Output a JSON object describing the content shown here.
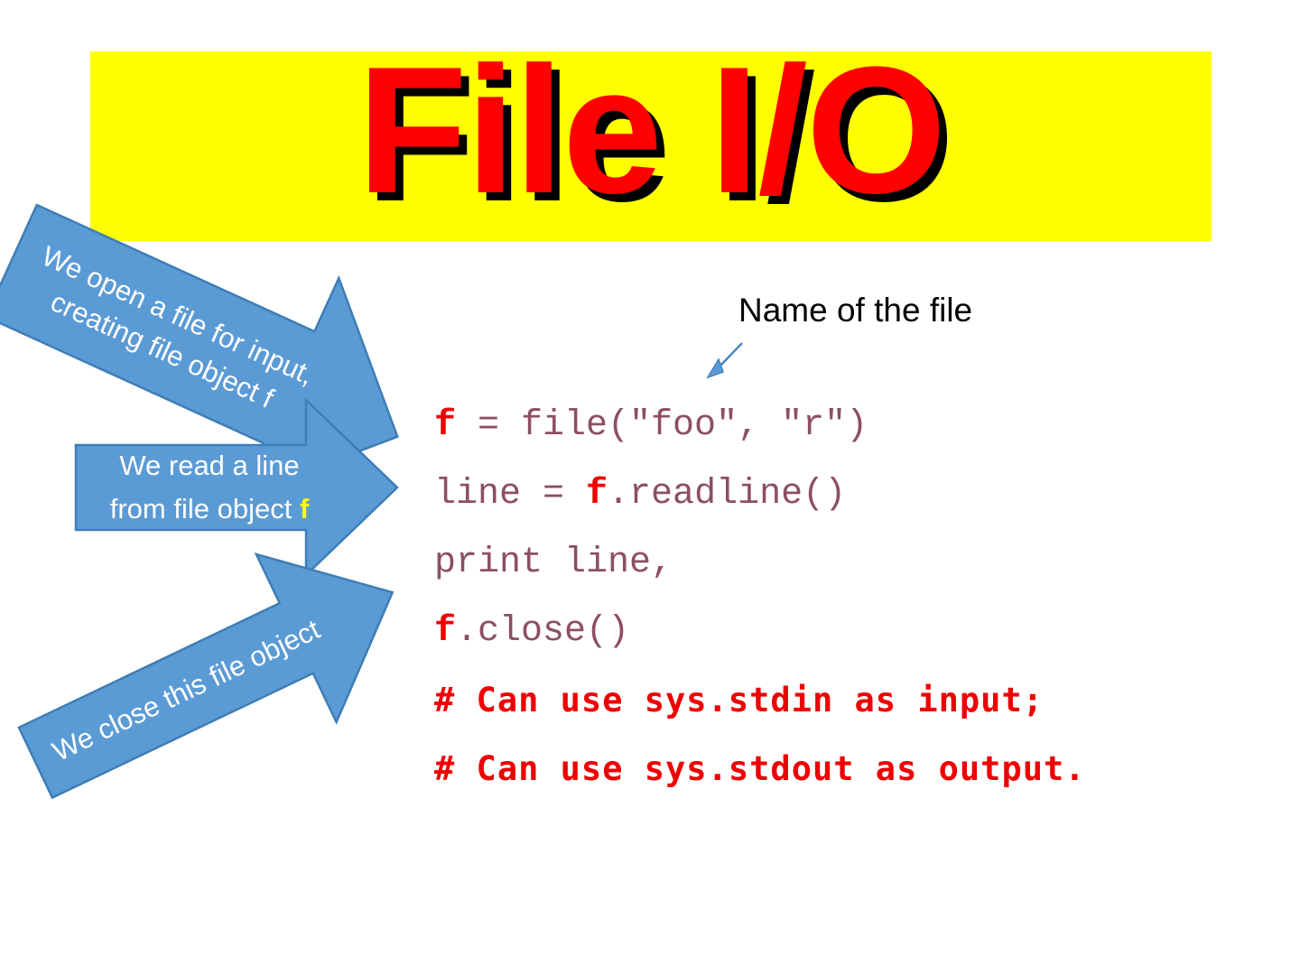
{
  "slide": {
    "title": "File I/O",
    "title_color": "#FF0000",
    "title_shadow_color": "#000000",
    "banner_color": "#FFFF00",
    "background_color": "#FFFFFF"
  },
  "annotations": {
    "filename_label": "Name of the file",
    "filename_pointer_icon": "thin-arrow-down-left-icon"
  },
  "callouts": [
    {
      "name": "open",
      "line1": "We open a file for input,",
      "line2": "creating file object f",
      "highlight": "",
      "fill": "#5B9BD5",
      "stroke": "#3E7DB5",
      "text_color": "#FFFFFF",
      "icon": "block-arrow-right-icon"
    },
    {
      "name": "read",
      "line1": "We read a line",
      "line2": "from file object ",
      "highlight": "f",
      "highlight_color": "#FFFF00",
      "fill": "#5B9BD5",
      "stroke": "#3E7DB5",
      "text_color": "#FFFFFF",
      "icon": "block-arrow-right-icon"
    },
    {
      "name": "close",
      "line1": "We close this file object",
      "line2": "",
      "highlight": "",
      "fill": "#5B9BD5",
      "stroke": "#3E7DB5",
      "text_color": "#FFFFFF",
      "icon": "block-arrow-right-icon"
    }
  ],
  "code": {
    "text_color": "#8C4F62",
    "var_color": "#EE0000",
    "comment_color": "#EE0000",
    "lines": [
      {
        "pre": "",
        "var": "f",
        "post": " = file(\"foo\", \"r\")",
        "comment": false
      },
      {
        "pre": "line = ",
        "var": "f",
        "post": ".readline()",
        "comment": false
      },
      {
        "pre": "print line,",
        "var": "",
        "post": "",
        "comment": false
      },
      {
        "pre": "",
        "var": "f",
        "post": ".close()",
        "comment": false
      },
      {
        "pre": "# Can use sys.stdin as input;",
        "var": "",
        "post": "",
        "comment": true
      },
      {
        "pre": "# Can use sys.stdout as output.",
        "var": "",
        "post": "",
        "comment": true
      }
    ]
  }
}
